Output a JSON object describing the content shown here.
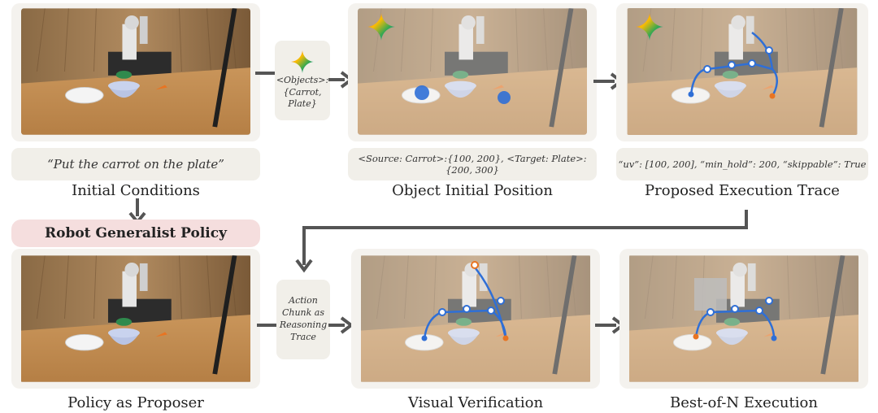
{
  "panels": {
    "initial": {
      "caption": "Initial Conditions",
      "prompt": "“Put the carrot on the plate”"
    },
    "object_position": {
      "caption": "Object Initial Position",
      "text": "<Source: Carrot>:{100, 200}, <Target: Plate>: {200, 300}"
    },
    "execution_trace": {
      "caption": "Proposed Execution Trace",
      "text": "“uv”: [100, 200], “min_hold”: 200, “skippable”: True"
    },
    "proposer": {
      "caption": "Policy as Proposer"
    },
    "verification": {
      "caption": "Visual Verification"
    },
    "best_of_n": {
      "caption": "Best-of-N Execution"
    }
  },
  "bubbles": {
    "objects": {
      "line1": "<Objects>:",
      "line2": "{Carrot,",
      "line3": "Plate}"
    },
    "action_chunk": {
      "line1": "Action",
      "line2": "Chunk as",
      "line3": "Reasoning",
      "line4": "Trace"
    }
  },
  "policy_label": "Robot Generalist Policy",
  "icons": {
    "gemini": "gemini-sparkle-icon"
  },
  "colors": {
    "trace": "#2f6fd6",
    "arrow": "#555555",
    "policy_bg": "#f5dede"
  }
}
